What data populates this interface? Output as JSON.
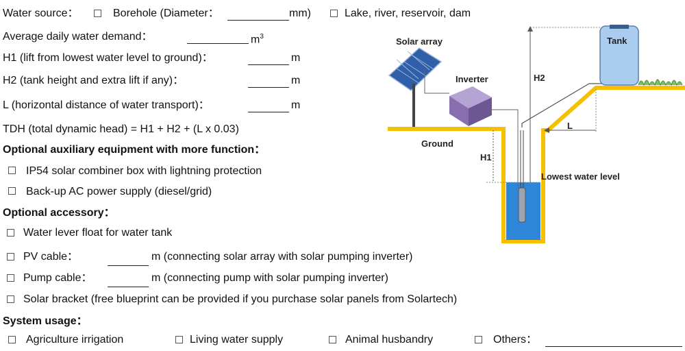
{
  "form": {
    "water_source_label": "Water source：",
    "borehole_label": "Borehole (Diameter：",
    "mm_unit": "mm)",
    "lake_label": "Lake, river, reservoir, dam",
    "avg_demand_label": "Average daily water demand：",
    "m3_unit": "m",
    "m3_sup": "3",
    "h1_label": "H1 (lift from lowest water level to ground)：",
    "h2_label": "H2 (tank height and extra lift if any)：",
    "l_label": "L (horizontal distance of water transport)：",
    "m_unit": "m",
    "tdh_label": "TDH (total dynamic head) = H1 + H2 + (L x 0.03)",
    "aux_heading": "Optional auxiliary equipment with more function：",
    "aux_items": [
      "IP54 solar combiner box with lightning protection",
      "Back-up AC power supply (diesel/grid)"
    ],
    "accessory_heading": "Optional accessory：",
    "water_float": "Water lever float for water tank",
    "pv_cable_label": "PV cable：",
    "pv_cable_desc": "m (connecting solar array with solar pumping inverter)",
    "pump_cable_label": "Pump cable：",
    "pump_cable_desc": "m (connecting pump with solar pumping inverter)",
    "solar_bracket": "Solar bracket (free blueprint can be provided if you purchase solar panels from Solartech)",
    "usage_heading": "System usage：",
    "usage_items": [
      "Agriculture irrigation",
      "Living water supply",
      "Animal husbandry",
      "Others："
    ]
  },
  "diagram": {
    "solar_array": "Solar array",
    "inverter": "Inverter",
    "ground": "Ground",
    "h1": "H1",
    "h2": "H2",
    "l": "L",
    "tank": "Tank",
    "lowest_water_level": "Lowest water level"
  },
  "colors": {
    "ground_yellow": "#f5c000",
    "water_blue": "#2e86d9",
    "tank_blue": "#a9ccef",
    "panel_blue": "#2f5fa8",
    "inverter_purple": "#8a6fb0"
  }
}
